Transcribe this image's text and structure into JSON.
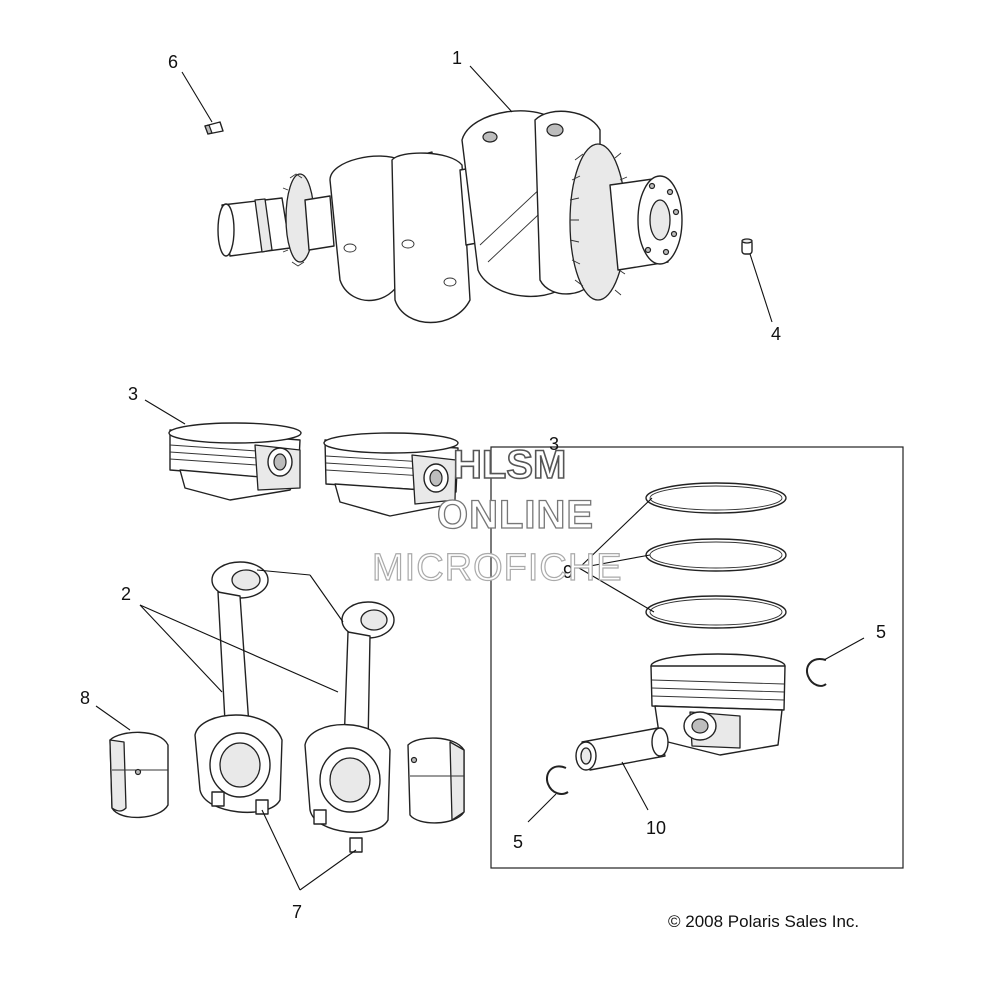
{
  "callouts": {
    "c1": "1",
    "c2": "2",
    "c3a": "3",
    "c3b": "3",
    "c4": "4",
    "c5a": "5",
    "c5b": "5",
    "c6": "6",
    "c7": "7",
    "c8": "8",
    "c9": "9",
    "c10": "10"
  },
  "watermark": {
    "line1": "HLSM",
    "line2": "ONLINE",
    "line3": "MICROFICHE"
  },
  "copyright": "© 2008 Polaris Sales Inc."
}
